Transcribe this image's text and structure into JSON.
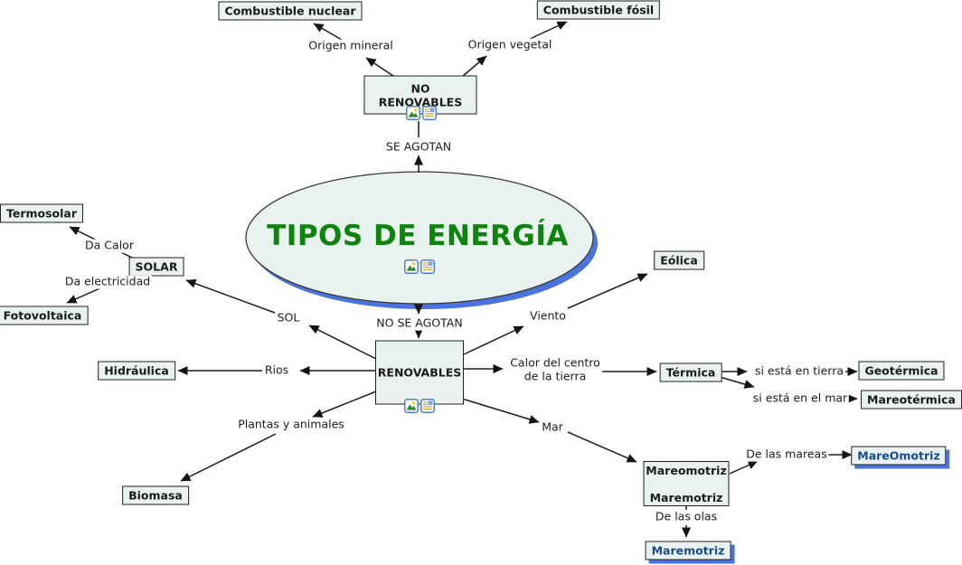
{
  "map": {
    "title": "TIPOS DE ENERGÍA"
  },
  "concepts": {
    "no_renovables": "NO RENOVABLES",
    "renovables": "RENOVABLES",
    "combustible_nuclear": "Combustible nuclear",
    "combustible_fosil": "Combustible fósil",
    "termosolar": "Termosolar",
    "solar": "SOLAR",
    "fotovoltaica": "Fotovoltaica",
    "hidraulica": "Hidráulica",
    "biomasa": "Biomasa",
    "eolica": "Eólica",
    "termica": "Térmica",
    "geotermica": "Geotérmica",
    "mareotermica": "Mareotérmica",
    "mareomotriz_maremotriz": "Mareomotriz\n\nMaremotriz",
    "mareomotriz_de_mareas": "MareOmotriz",
    "maremotriz_de_olas": "Maremotriz"
  },
  "linking_phrases": {
    "origen_mineral": "Origen mineral",
    "origen_vegetal": "Origen vegetal",
    "se_agotan": "SE AGOTAN",
    "no_se_agotan": "NO SE AGOTAN",
    "sol": "SOL",
    "da_calor": "Da Calor",
    "da_electricidad": "Da electricidad",
    "rios": "Rios",
    "plantas_y_animales": "Plantas y animales",
    "viento": "Viento",
    "calor_del_centro": "Calor del centro\nde la tierra",
    "si_esta_en_tierra": "si está en tierra",
    "si_esta_en_el_mar": "si está en el mar",
    "mar": "Mar",
    "de_las_mareas": "De las mareas",
    "de_las_olas": "De las olas"
  },
  "icons": {
    "image_resource": "image-resource-icon",
    "document_resource": "document-resource-icon"
  },
  "colors": {
    "concept_fill": "#e9f2f1",
    "concept_border": "#202020",
    "ellipse_fill": "#e8f2ee",
    "title_green": "#0e830e",
    "blue_text": "#174a8c",
    "blue_shadow": "#4a74dd",
    "line": "#1b1b1b"
  }
}
